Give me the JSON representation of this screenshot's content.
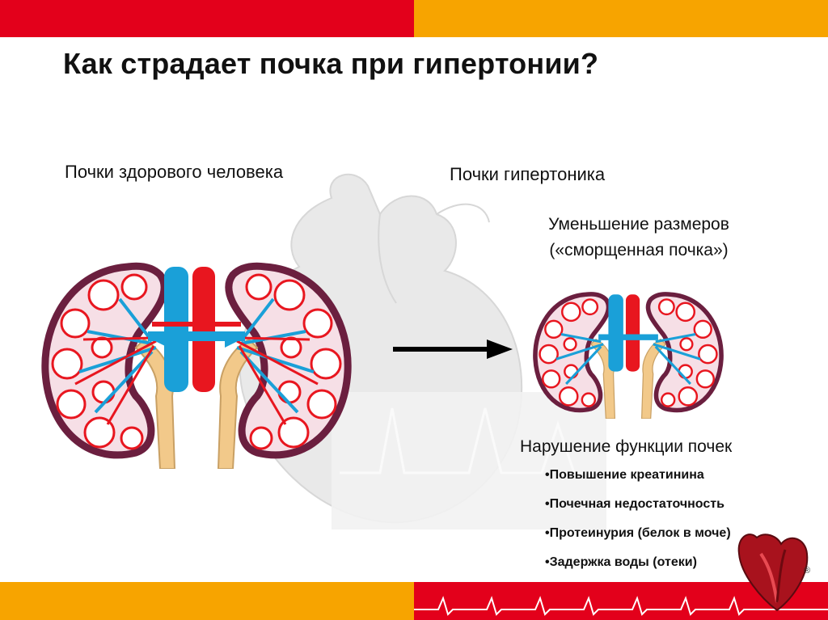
{
  "slide": {
    "title": "Как страдает почка при гипертонии?",
    "healthy_label": "Почки здорового человека",
    "hypertensive_label": "Почки гипертоника",
    "shrink_note": {
      "line1": "Уменьшение размеров",
      "line2": "(«сморщенная почка»)"
    },
    "function_title": "Нарушение функции почек",
    "effects": [
      "•Повышение креатинина",
      "•Почечная недостаточность",
      "•Протеинурия (белок в моче)",
      "•Задержка воды (отеки)"
    ],
    "registered_mark": "®"
  },
  "colors": {
    "red_bar": "#e3001b",
    "orange_bar": "#f7a400",
    "vein_blue": "#1aa0d8",
    "artery_red": "#e8161f",
    "kidney_capsule": "#6b1f3f",
    "ureter": "#f2c98a"
  },
  "icons": {
    "arrow": "arrow-right-icon",
    "heart": "heart-icon",
    "kidney": "kidney-pair-icon"
  }
}
